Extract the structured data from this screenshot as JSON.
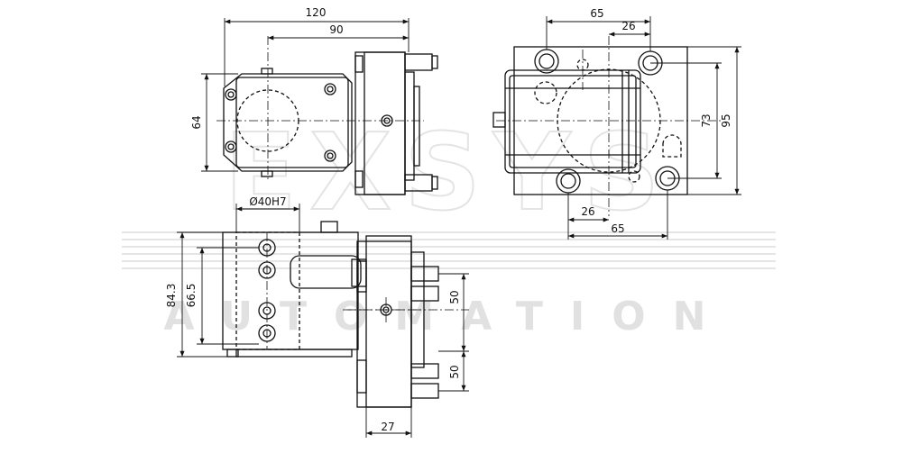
{
  "watermark": {
    "brand": "EXSYS",
    "subtitle": "AUTOMATION"
  },
  "top_view": {
    "dim_overall_width": "120",
    "dim_width": "90",
    "dim_height": "64"
  },
  "side_view": {
    "dim_top": "65",
    "dim_top_inner": "26",
    "dim_bottom_inner": "26",
    "dim_bottom": "65",
    "dim_height_inner": "73",
    "dim_height_outer": "95"
  },
  "front_view": {
    "dim_bore": "Ø40H7",
    "dim_height_outer": "84.3",
    "dim_height_inner": "66.5",
    "dim_spacing_upper": "50",
    "dim_spacing_lower": "50",
    "dim_width_bottom": "27"
  }
}
